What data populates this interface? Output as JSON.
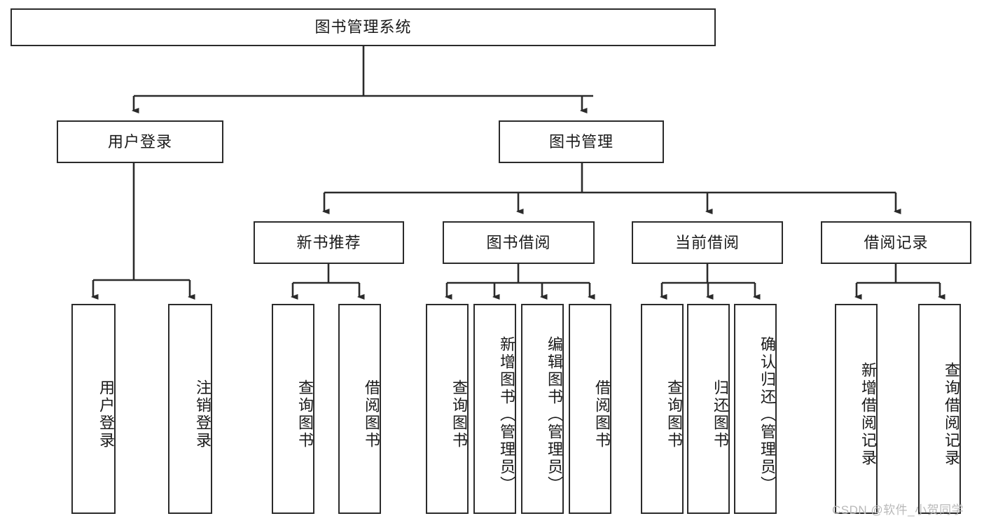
{
  "diagram": {
    "type": "tree",
    "title": "图书管理系统",
    "orientation": "top-down",
    "levels": 4,
    "root": {
      "label": "图书管理系统"
    },
    "level2": [
      {
        "label": "用户登录"
      },
      {
        "label": "图书管理"
      }
    ],
    "level3": [
      {
        "label": "新书推荐"
      },
      {
        "label": "图书借阅"
      },
      {
        "label": "当前借阅"
      },
      {
        "label": "借阅记录"
      }
    ],
    "leaves": {
      "user_login": [
        {
          "label": "用户登录"
        },
        {
          "label": "注销登录"
        }
      ],
      "new_book_recommend": [
        {
          "label": "查询图书"
        },
        {
          "label": "借阅图书"
        }
      ],
      "book_borrow": [
        {
          "label": "查询图书"
        },
        {
          "label": "新增图书（管理员）"
        },
        {
          "label": "编辑图书（管理员）"
        },
        {
          "label": "借阅图书"
        }
      ],
      "current_borrow": [
        {
          "label": "查询图书"
        },
        {
          "label": "归还图书"
        },
        {
          "label": "确认归还（管理员）"
        }
      ],
      "borrow_record": [
        {
          "label": "新增借阅记录"
        },
        {
          "label": "查询借阅记录"
        }
      ]
    },
    "colors": {
      "box_border": "#2b2b2b",
      "box_fill": "#ffffff",
      "line": "#2b2b2b",
      "text": "#1a1a1a",
      "watermark": "#b9b9b9"
    }
  },
  "watermark": {
    "text": "CSDN @软件_小贺同学"
  }
}
